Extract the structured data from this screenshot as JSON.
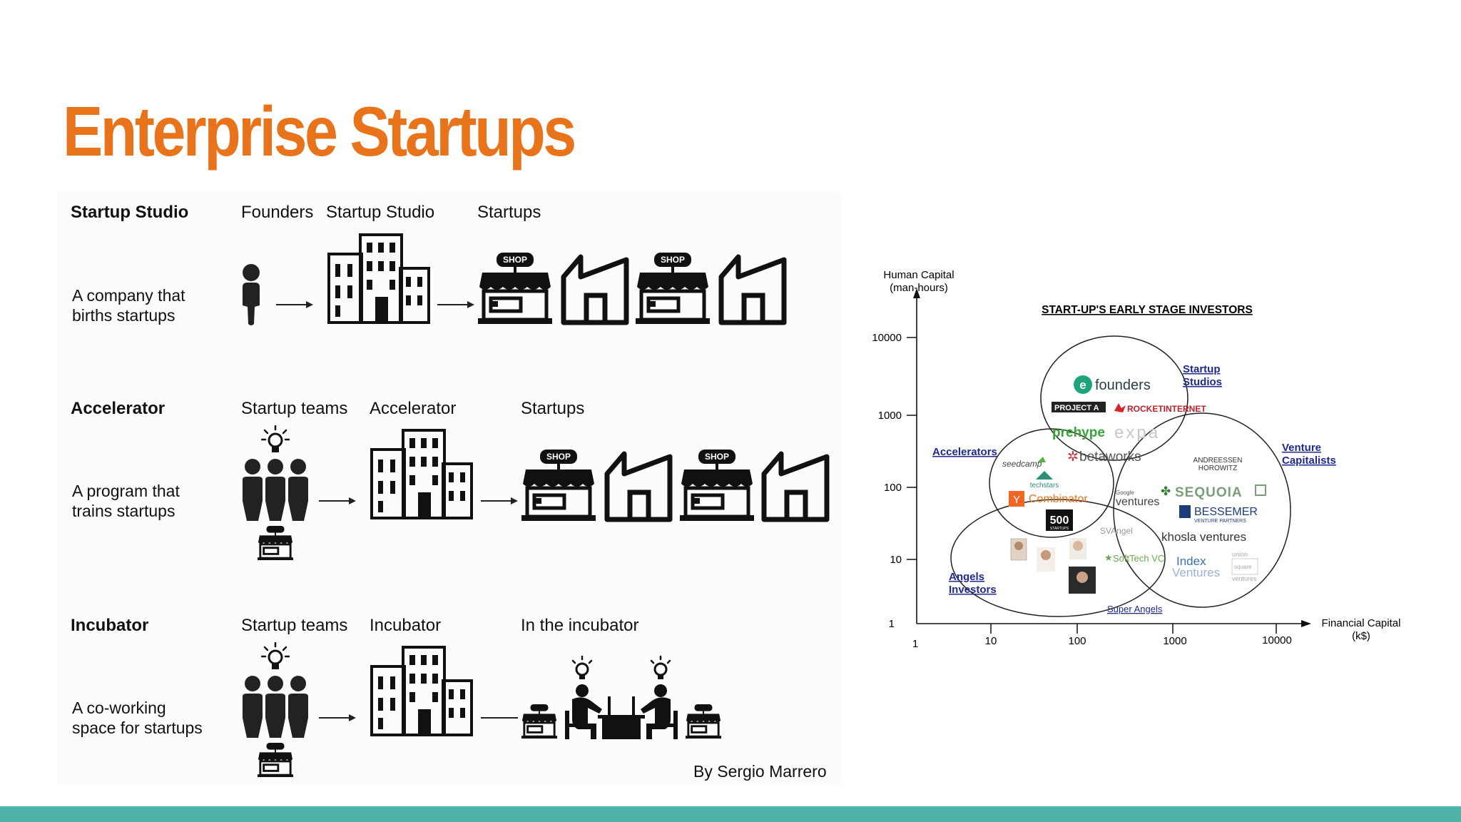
{
  "title": "Enterprise Startups",
  "colors": {
    "accent": "#e8731a",
    "bar": "#4db3a6",
    "link": "#1f2a8c",
    "ink": "#111111"
  },
  "icons": [
    "person-icon",
    "arrow-icon",
    "office-building-icon",
    "shop-icon",
    "factory-icon",
    "lightbulb-icon",
    "team-icon",
    "people-at-desk-icon"
  ],
  "rows": [
    {
      "name": "Startup Studio",
      "desc_line1": "A company that",
      "desc_line2": "births startups",
      "col1": "Founders",
      "col2": "Startup Studio",
      "col3": "Startups"
    },
    {
      "name": "Accelerator",
      "desc_line1": "A program that",
      "desc_line2": "trains startups",
      "col1": "Startup teams",
      "col2": "Accelerator",
      "col3": "Startups"
    },
    {
      "name": "Incubator",
      "desc_line1": "A co-working",
      "desc_line2": "space for startups",
      "col1": "Startup teams",
      "col2": "Incubator",
      "col3": "In the incubator"
    }
  ],
  "credit": "By Sergio Marrero",
  "chart": {
    "title": "START-UP'S EARLY STAGE INVESTORS",
    "ylabel_line1": "Human Capital",
    "ylabel_line2": "(man-hours)",
    "xlabel_line1": "Financial Capital",
    "xlabel_line2": "(k$)",
    "y_ticks": [
      "10000",
      "1000",
      "100",
      "10",
      "1"
    ],
    "x_ticks": [
      "1",
      "10",
      "100",
      "1000",
      "10000"
    ],
    "groups": {
      "studios_line1": "Startup",
      "studios_line2": "Studios",
      "accelerators": "Accelerators",
      "vc_line1": "Venture",
      "vc_line2": "Capitalists",
      "angels_line1": "Angels",
      "angels_line2": "Investors",
      "super_angels": "Super Angels"
    },
    "logos": {
      "efounders": "founders",
      "project_a": "PROJECT A",
      "rocket": "ROCKETINTERNET",
      "prehype": "prehype",
      "expa": "expa",
      "betaworks": "betaworks",
      "seedcamp": "seedcamp",
      "techstars": "techstars",
      "yc": "Combinator",
      "yc_mark": "Y",
      "a16z_line1": "ANDREESSEN",
      "a16z_line2": "HOROWITZ",
      "sequoia": "SEQUOIA",
      "google": "Google",
      "ventures": "ventures",
      "bessemer": "BESSEMER",
      "bessemer_sub": "VENTURE PARTNERS",
      "b500": "500",
      "b500_sub": "STARTUPS",
      "svangel": "SVAngel",
      "khosla": "khosla ventures",
      "softtech": "SoftTech VC",
      "index_line1": "Index",
      "index_line2": "Ventures",
      "union_line1": "union",
      "union_line2": "square",
      "union_line3": "ventures"
    }
  }
}
